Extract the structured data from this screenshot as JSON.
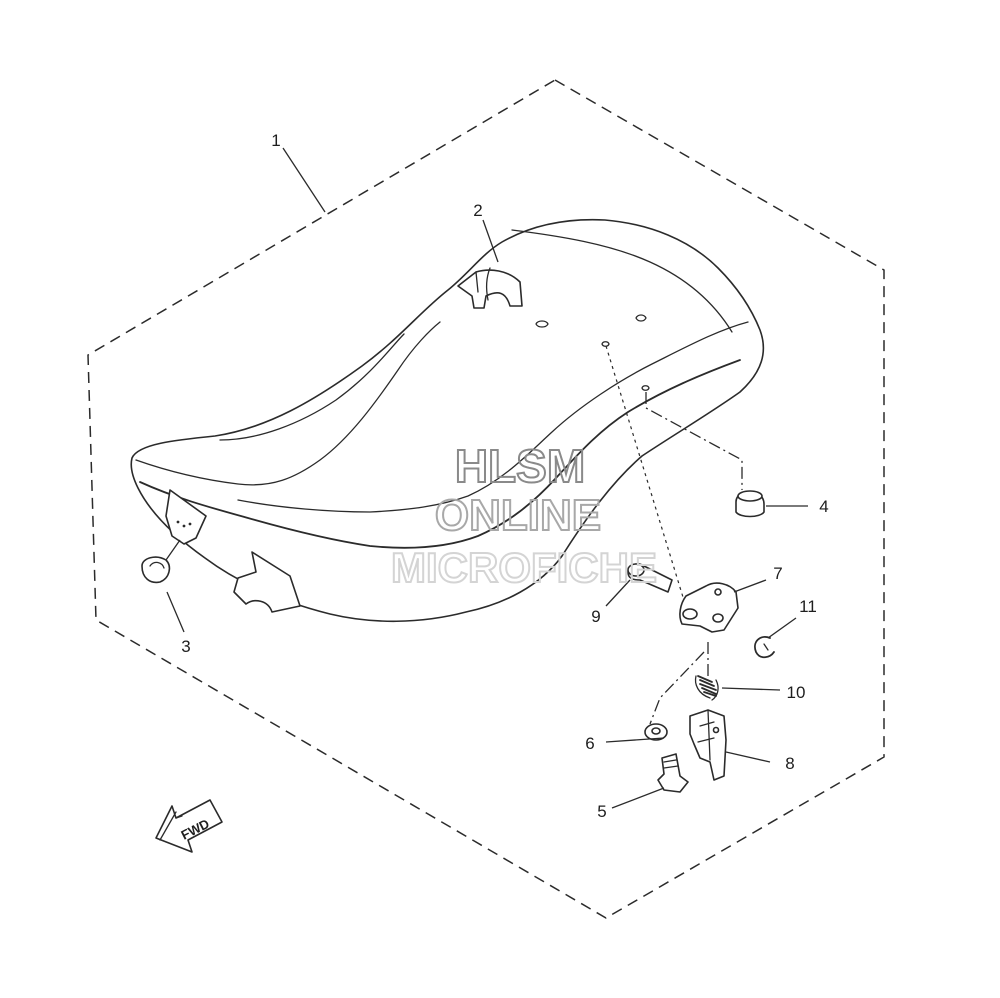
{
  "diagram": {
    "callouts": [
      "1",
      "2",
      "3",
      "4",
      "5",
      "6",
      "7",
      "8",
      "9",
      "10",
      "11"
    ],
    "direction_arrow": {
      "label": "FWD",
      "icon": "fwd-arrow-icon"
    },
    "watermark": {
      "lines": [
        "HLSM",
        "ONLINE",
        "MICROFICHE"
      ],
      "colors": [
        "#8a8a8a",
        "#a8a8a8",
        "#d4d4d4"
      ]
    },
    "ink_color": "#2b2b2b"
  }
}
